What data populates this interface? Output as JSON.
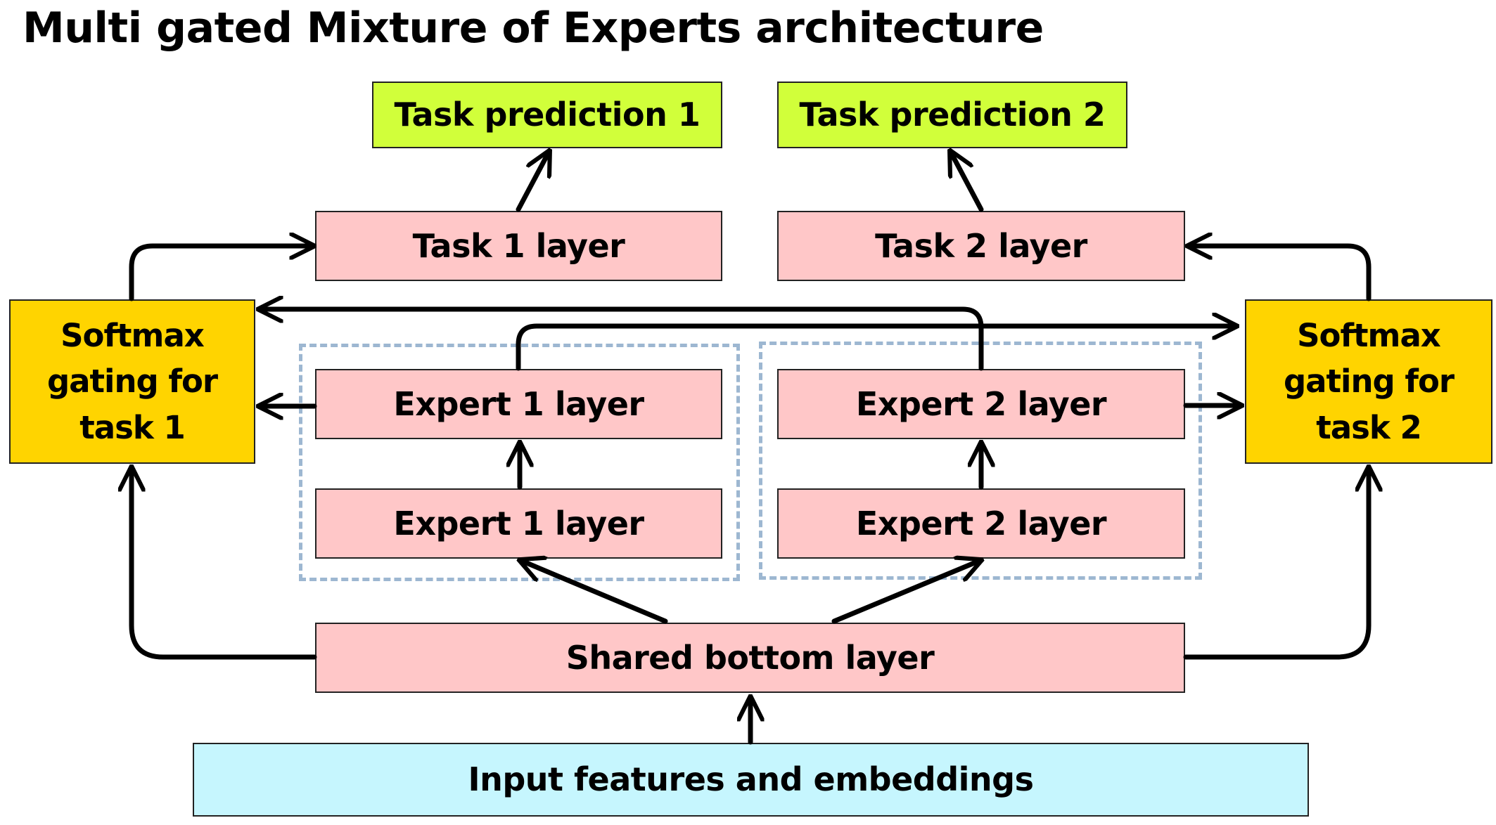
{
  "title": "Multi gated Mixture of Experts architecture",
  "nodes": {
    "task_prediction_1": "Task prediction 1",
    "task_prediction_2": "Task prediction 2",
    "task_1_layer": "Task 1 layer",
    "task_2_layer": "Task 2 layer",
    "softmax_gating_task_1": "Softmax gating for task 1",
    "softmax_gating_task_2": "Softmax gating for task 2",
    "expert_1_layer_top": "Expert 1 layer",
    "expert_1_layer_bottom": "Expert 1 layer",
    "expert_2_layer_top": "Expert 2 layer",
    "expert_2_layer_bottom": "Expert 2 layer",
    "shared_bottom_layer": "Shared bottom layer",
    "input_features": "Input features and embeddings"
  },
  "colors": {
    "task_prediction": "#d1ff3a",
    "layer": "#ffc7c8",
    "gating": "#ffd400",
    "input": "#c6f6fe",
    "expert_group_border": "#9db7d1",
    "arrow": "#000000"
  }
}
